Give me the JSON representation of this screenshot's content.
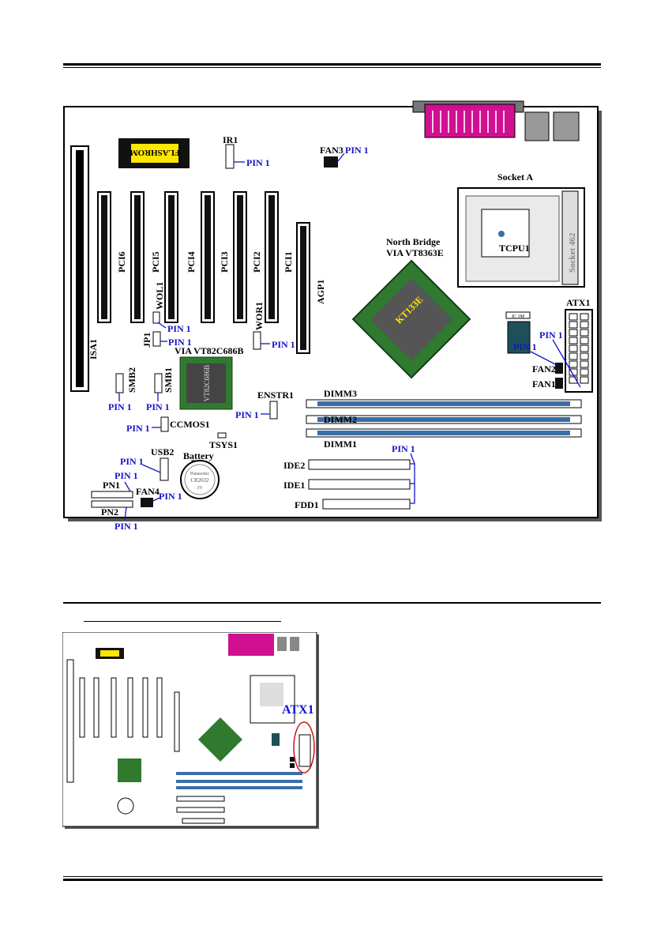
{
  "board": {
    "flashrom": "FLASHROM",
    "ir1": "IR1",
    "fan3": "FAN3",
    "socket_a": "Socket A",
    "socket_462": "Socket 462",
    "tcpu1": "TCPU1",
    "north_bridge_line1": "North Bridge",
    "north_bridge_line2": "VIA VT8363E",
    "chip_nb_text": "KT133E",
    "atx1": "ATX1",
    "isa1": "ISA1",
    "pci_slots": [
      "PCI6",
      "PCI5",
      "PCI4",
      "PCI3",
      "PCI2",
      "PCI1"
    ],
    "agp1": "AGP1",
    "wol1": "WOL1",
    "wor1": "WOR1",
    "jp1": "JP1",
    "south_bridge": "VIA VT82C686B",
    "chip_sb_text": "VT82C686B",
    "smb2": "SMB2",
    "smb1": "SMB1",
    "enstr1": "ENSTR1",
    "dimm3": "DIMM3",
    "dimm2": "DIMM2",
    "dimm1": "DIMM1",
    "ccmos1": "CCMOS1",
    "tsys1": "TSYS1",
    "usb2": "USB2",
    "battery": "Battery",
    "battery_text1": "Panasonic",
    "battery_text2": "CR2032",
    "battery_text3": "3V",
    "pn1": "PN1",
    "pn2": "PN2",
    "fan4": "FAN4",
    "ide2": "IDE2",
    "ide1": "IDE1",
    "fdd1": "FDD1",
    "fan2": "FAN2",
    "fan1": "FAN1",
    "ic_label": "IC 1M",
    "pin1": "PIN 1"
  },
  "thumbnail": {
    "atx1_highlight": "ATX1"
  },
  "colors": {
    "pin_label": "#1414c8",
    "parallel_port": "#d01090",
    "chip_green": "#2f7a2f",
    "flashrom_yellow": "#ffe600",
    "dimm_blue": "#3b6ea8",
    "highlight_circle": "#d01010"
  }
}
